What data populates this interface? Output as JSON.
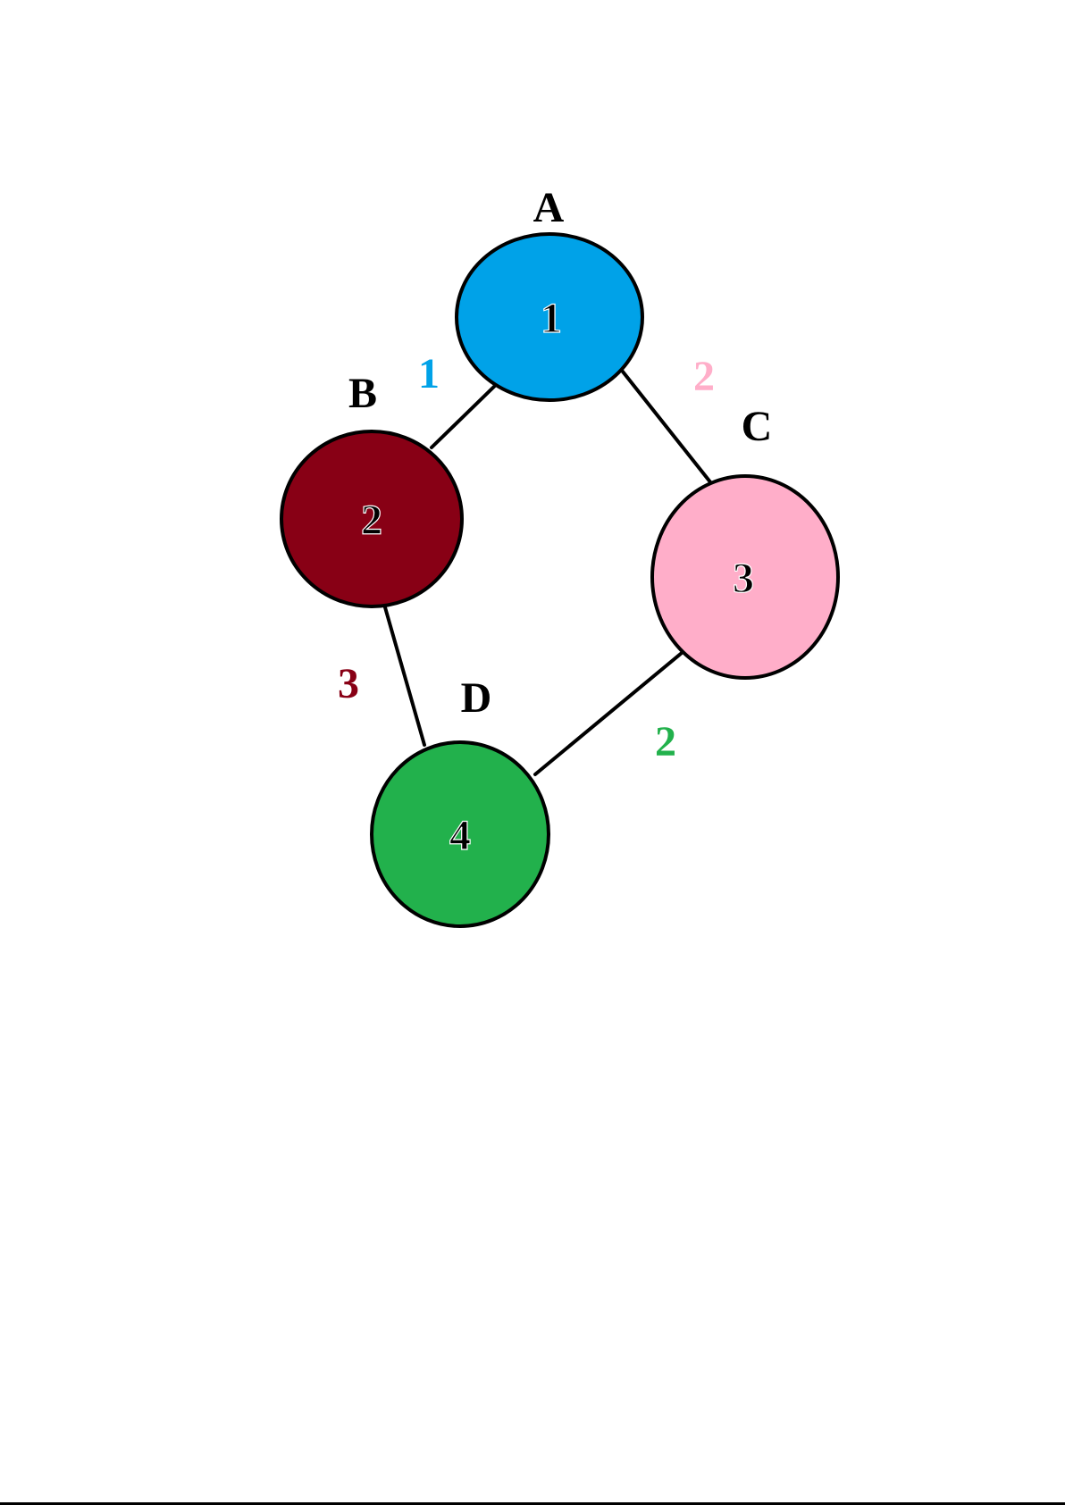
{
  "colors": {
    "blue": "#00a2e8",
    "dark_red": "#880015",
    "pink": "#ffaec9",
    "green": "#22b14c"
  },
  "nodes": [
    {
      "name": "A",
      "number": "1",
      "color": "#00a2e8"
    },
    {
      "name": "B",
      "number": "2",
      "color": "#880015"
    },
    {
      "name": "C",
      "number": "3",
      "color": "#ffaec9"
    },
    {
      "name": "D",
      "number": "4",
      "color": "#22b14c"
    }
  ],
  "edges": [
    {
      "from": "A",
      "to": "B",
      "weight": "1",
      "color": "#00a2e8"
    },
    {
      "from": "A",
      "to": "C",
      "weight": "2",
      "color": "#ffaec9"
    },
    {
      "from": "B",
      "to": "D",
      "weight": "3",
      "color": "#880015"
    },
    {
      "from": "C",
      "to": "D",
      "weight": "2",
      "color": "#22b14c"
    }
  ]
}
